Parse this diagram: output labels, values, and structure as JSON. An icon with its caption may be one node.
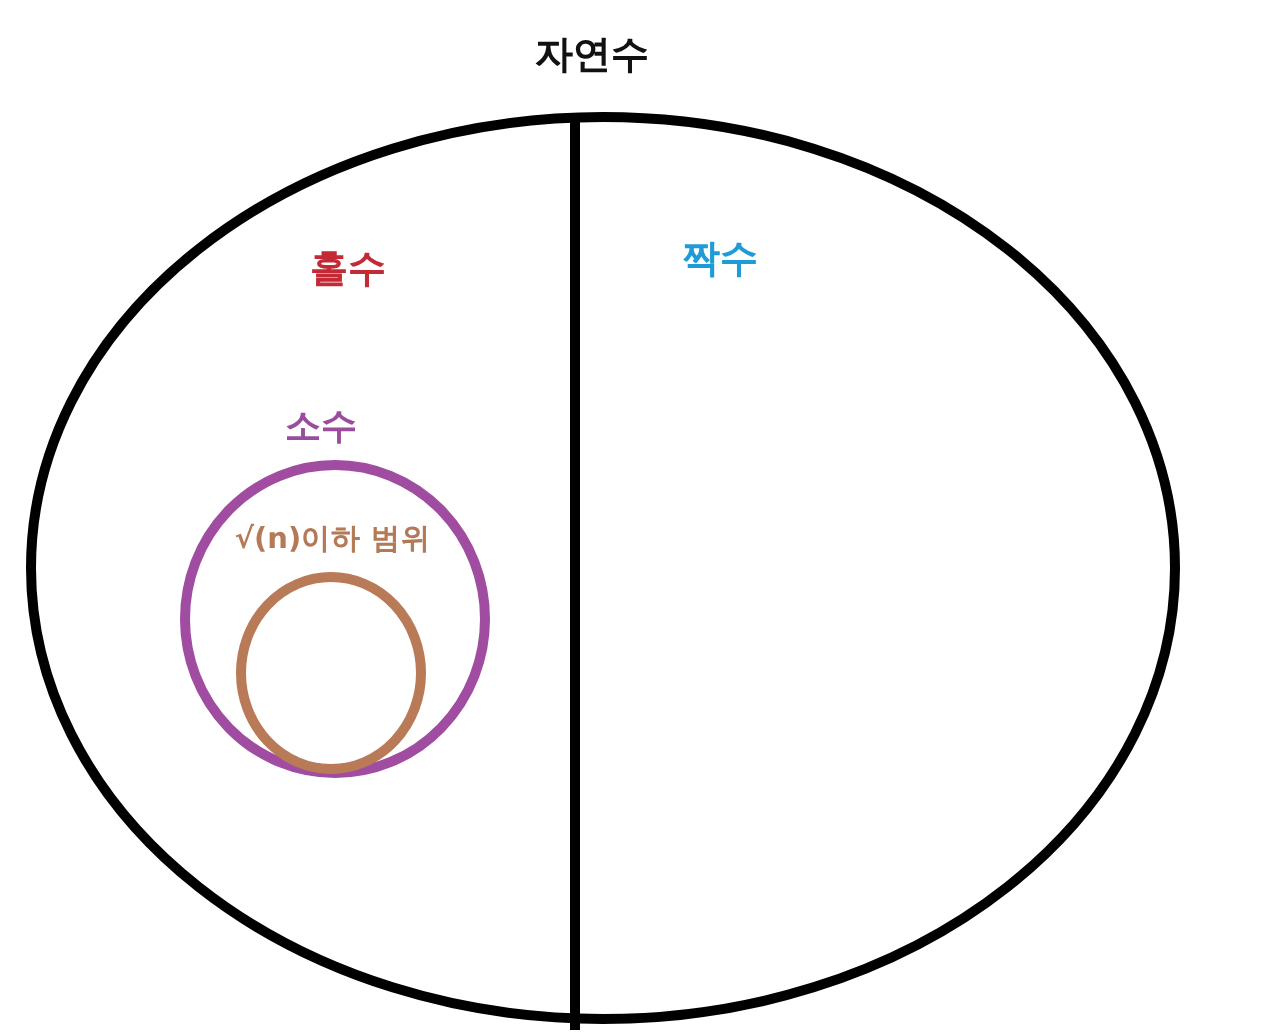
{
  "diagram": {
    "nodes": [
      {
        "text": [
          "자연수"
        ]
      },
      {
        "text": [
          "홀수"
        ],
        "in": 0
      },
      {
        "text": [
          "짝수"
        ],
        "in": 0
      },
      {
        "text": [
          "소수"
        ],
        "in": 1
      },
      {
        "text": [
          "√(n)이하 범위"
        ],
        "in": 3
      }
    ]
  }
}
